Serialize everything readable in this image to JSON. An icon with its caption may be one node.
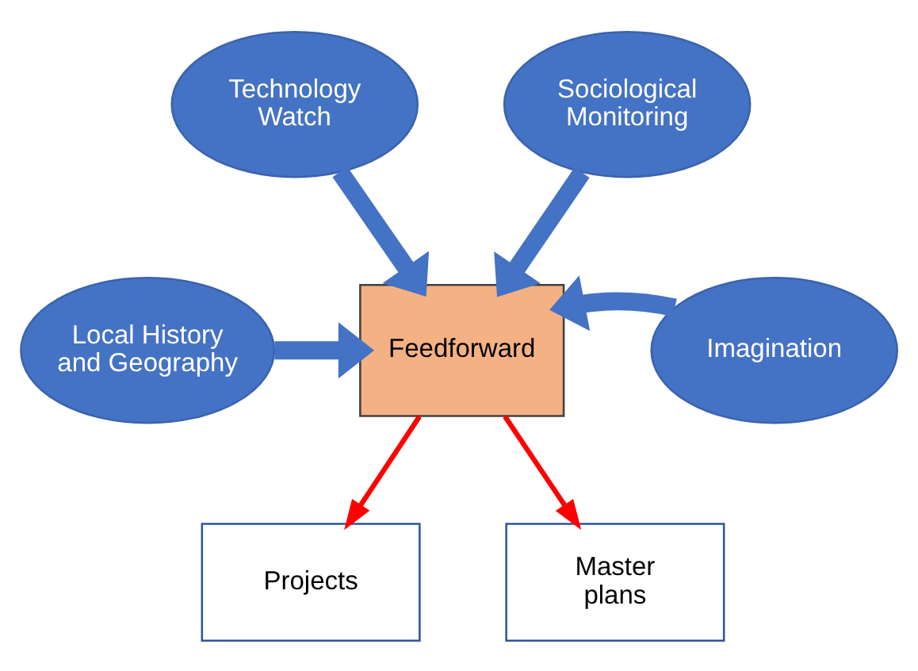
{
  "diagram": {
    "nodes": [
      {
        "text": [
          "Technology Watch"
        ]
      },
      {
        "text": [
          "Sociological Monitoring"
        ]
      },
      {
        "text": [
          "Local History and Geography"
        ]
      },
      {
        "text": [
          "Feedforward"
        ]
      },
      {
        "text": [
          "Imagination"
        ]
      },
      {
        "text": [
          "Projects"
        ]
      },
      {
        "text": [
          "Master plans"
        ]
      }
    ],
    "edges": [
      {
        "from": 0,
        "to": 3,
        "arrow": "to"
      },
      {
        "from": 1,
        "to": 3,
        "arrow": "to"
      },
      {
        "from": 2,
        "to": 3,
        "arrow": "to"
      },
      {
        "from": 4,
        "to": 3,
        "arrow": "to"
      },
      {
        "from": 3,
        "to": 5,
        "arrow": "to",
        "color": "#ff0000"
      },
      {
        "from": 3,
        "to": 6,
        "arrow": "to",
        "color": "#ff0000"
      }
    ]
  }
}
